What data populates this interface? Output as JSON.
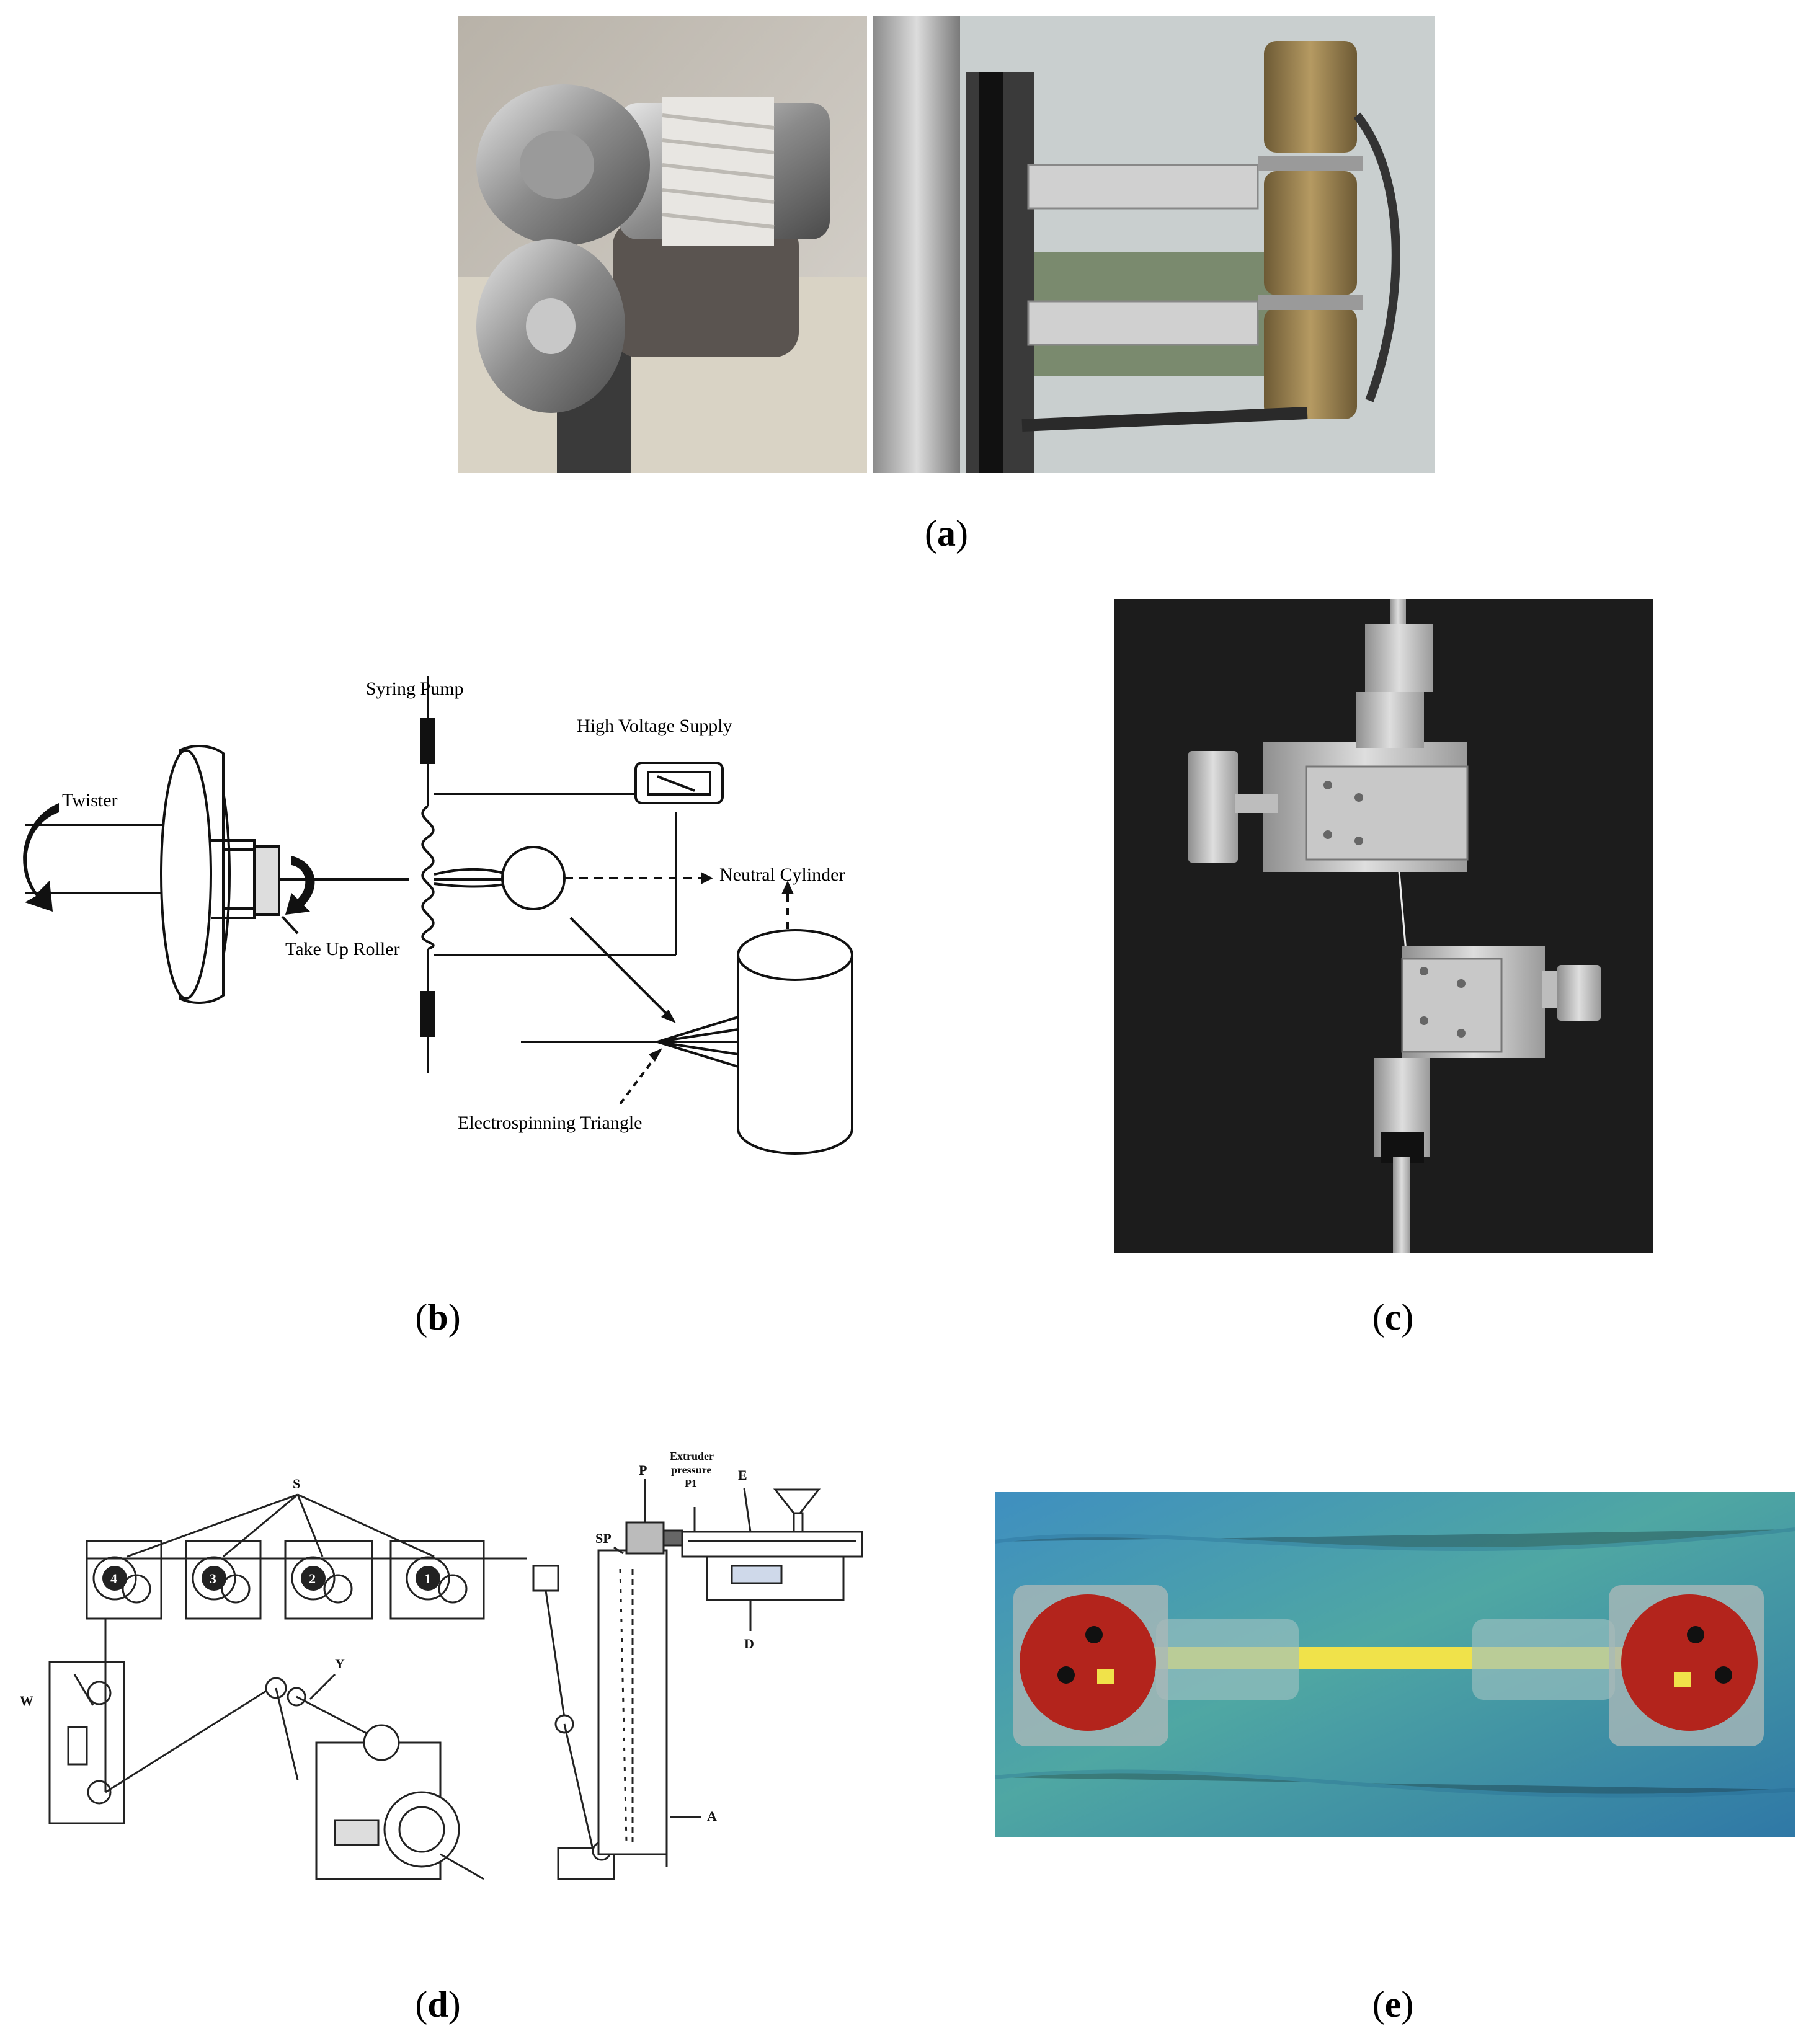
{
  "captions": {
    "a": {
      "open": "(",
      "letter": "a",
      "close": ")"
    },
    "b": {
      "open": "(",
      "letter": "b",
      "close": ")"
    },
    "c": {
      "open": "(",
      "letter": "c",
      "close": ")"
    },
    "d": {
      "open": "(",
      "letter": "d",
      "close": ")"
    },
    "e": {
      "open": "(",
      "letter": "e",
      "close": ")"
    }
  },
  "diagram_b": {
    "syringe_pump": "Syring Pump",
    "high_voltage_supply": "High Voltage Supply",
    "twister": "Twister",
    "neutral_cylinder": "Neutral Cylinder",
    "take_up_roller": "Take Up Roller",
    "electrospinning_triangle": "Electrospinning Triangle"
  },
  "diagram_d": {
    "label_s": "S",
    "label_p": "P",
    "label_sp": "SP",
    "extruder_pressure_1": "Extruder",
    "extruder_pressure_2": "pressure",
    "extruder_pressure_3": "P1",
    "label_e": "E",
    "label_d": "D",
    "label_w": "W",
    "label_y": "Y",
    "label_a": "A",
    "godet_4": "4",
    "godet_3": "3",
    "godet_2": "2",
    "godet_1": "1"
  },
  "colors": {
    "photo_dark": "#1b1b1b",
    "cloth_blue": "#3a86b3",
    "cloth_teal": "#4fa7a3",
    "tab_red": "#b3241c",
    "fiber_yellow": "#f0e24a"
  }
}
